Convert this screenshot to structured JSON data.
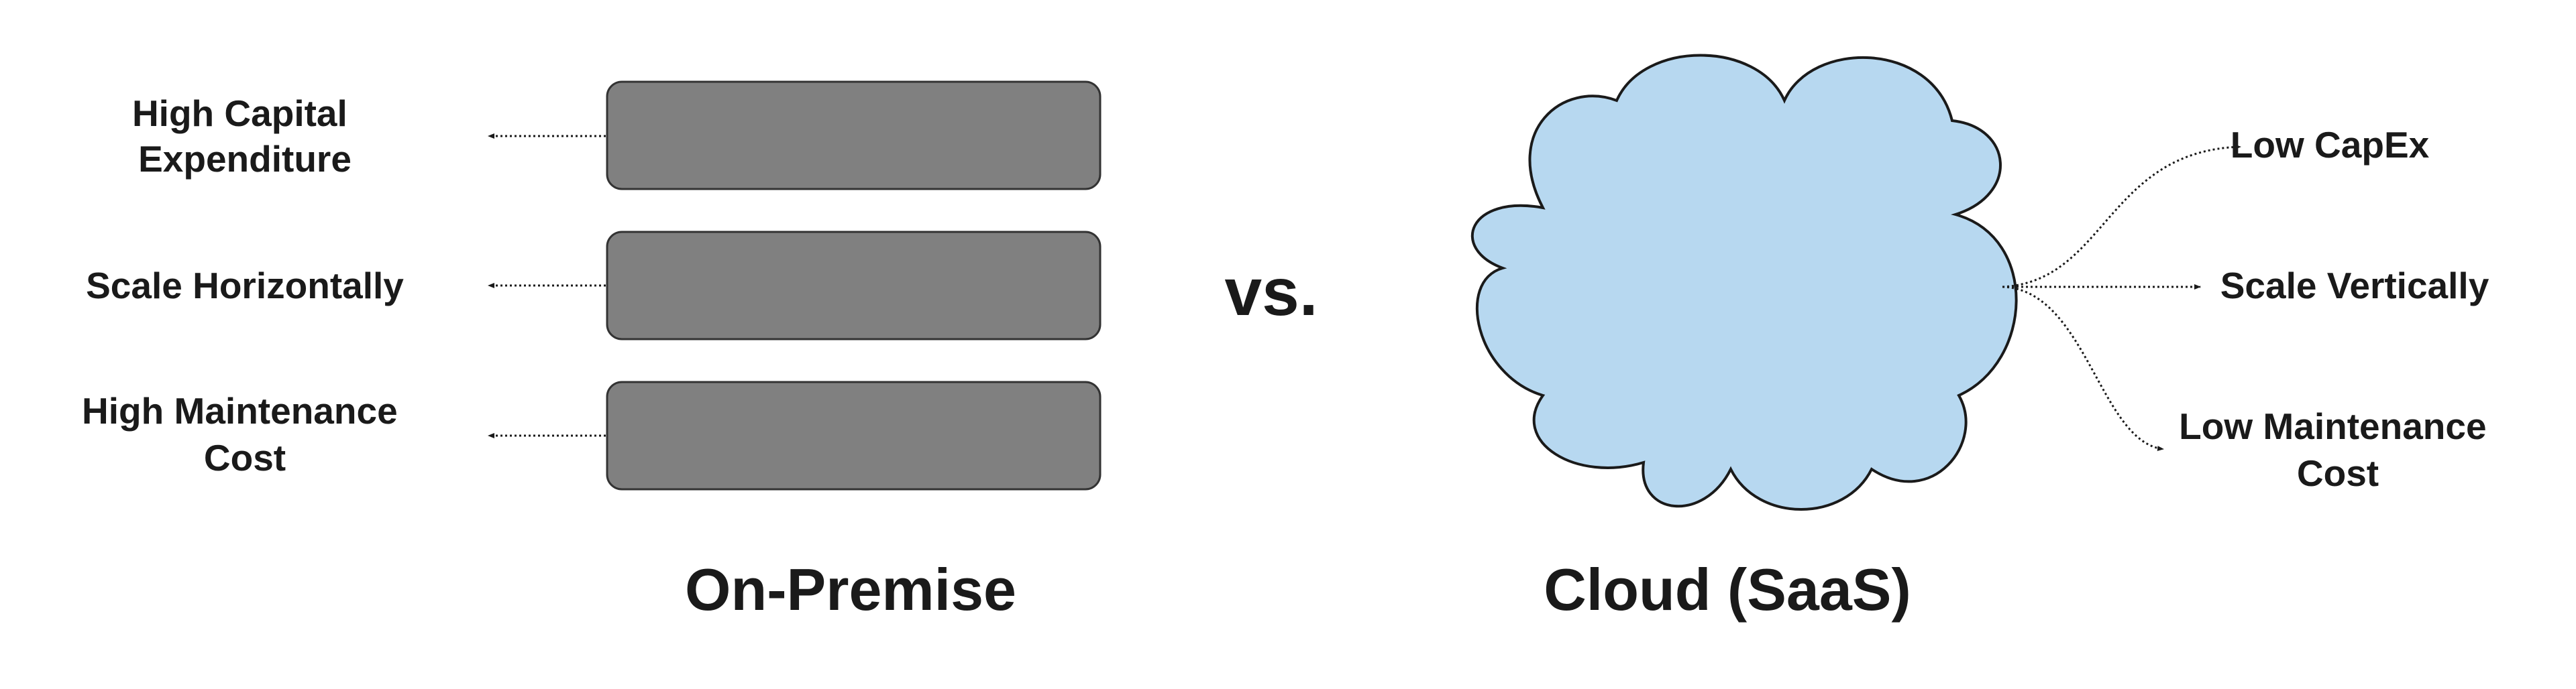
{
  "on_premise": {
    "title": "On-Premise",
    "server_color": "#808080",
    "items": [
      {
        "line1": "High Capital",
        "line2": "Expenditure"
      },
      {
        "line1": "Scale Horizontally",
        "line2": ""
      },
      {
        "line1": "High Maintenance",
        "line2": "Cost"
      }
    ]
  },
  "separator": "vs.",
  "cloud": {
    "title": "Cloud (SaaS)",
    "fill_color": "#b7d8f0",
    "items": [
      {
        "line1": "Low CapEx",
        "line2": ""
      },
      {
        "line1": "Scale Vertically",
        "line2": ""
      },
      {
        "line1": "Low Maintenance",
        "line2": "Cost"
      }
    ]
  }
}
